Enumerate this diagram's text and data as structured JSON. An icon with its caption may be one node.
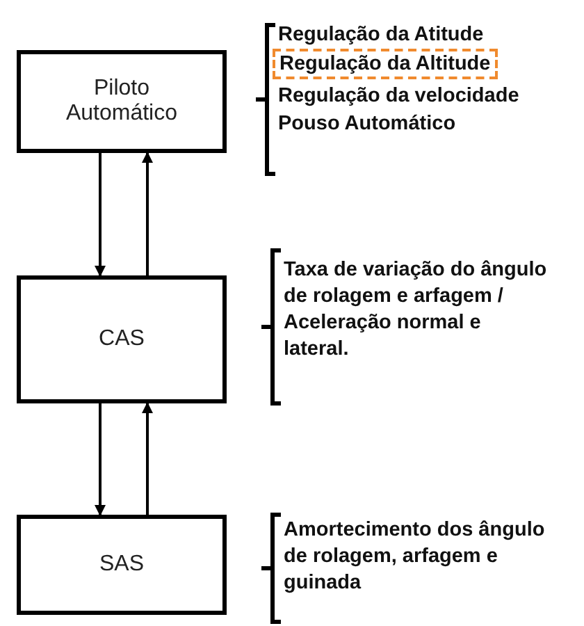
{
  "diagram": {
    "nodes": [
      {
        "text": [
          "Piloto Automático"
        ]
      },
      {
        "text": [
          "CAS"
        ],
        "beside": [
          "Taxa de variação do ângulo de rolagem e arfagem / Aceleração normal e lateral."
        ]
      },
      {
        "text": [
          "SAS"
        ],
        "beside": [
          "Amortecimento dos ângulo de rolagem, arfagem e guinada"
        ]
      },
      {
        "text": [
          "Regulação da Altitude"
        ]
      }
    ],
    "edges": [
      {
        "from": 0,
        "to": 1,
        "arrow": "to"
      },
      {
        "from": 1,
        "to": 0,
        "arrow": "to"
      },
      {
        "from": 1,
        "to": 2,
        "arrow": "to"
      },
      {
        "from": 2,
        "to": 1,
        "arrow": "to"
      }
    ],
    "labels": [
      "Regulação da Atitude",
      "Regulação da velocidade",
      "Pouso Automático"
    ]
  }
}
